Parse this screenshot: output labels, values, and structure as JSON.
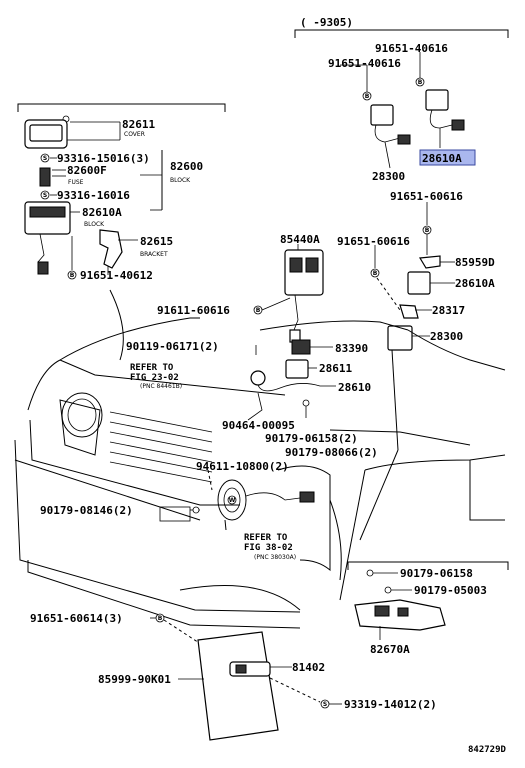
{
  "header": {
    "range_label": "(      -9305)"
  },
  "labels": {
    "p91651_40616_a": "91651-40616",
    "p91651_40616_b": "91651-40616",
    "p28300_top": "28300",
    "p28610A_top": "28610A",
    "p82611": "82611",
    "cover": "COVER",
    "p93316_15016": "93316-15016(3)",
    "p82600": "82600",
    "block_a": "BLOCK",
    "p82600F": "82600F",
    "fuse": "FUSE",
    "p93316_16016": "93316-16016",
    "p82610A": "82610A",
    "block_b": "BLOCK",
    "p82615": "82615",
    "bracket": "BRACKET",
    "p91651_40612": "91651-40612",
    "p91651_60616_a": "91651-60616",
    "p85440A": "85440A",
    "p91651_60616_b": "91651-60616",
    "p85959D": "85959D",
    "p28610A_mid": "28610A",
    "p91611_60616": "91611-60616",
    "p28317": "28317",
    "p28300_mid": "28300",
    "p90119_06171": "90119-06171(2)",
    "p83390": "83390",
    "refer1_a": "REFER TO",
    "refer1_b": "FIG 23-02",
    "refer1_c": "(PNC 84461B)",
    "p28611": "28611",
    "p28610": "28610",
    "p90464_00095": "90464-00095",
    "p90179_06158_2": "90179-06158(2)",
    "p90179_08066": "90179-08066(2)",
    "p94611_10800": "94611-10800(2)",
    "p90179_08146": "90179-08146(2)",
    "refer2_a": "REFER TO",
    "refer2_b": "FIG 38-02",
    "refer2_c": "(PNC 38030A)",
    "p90179_06158": "90179-06158",
    "p90179_05003": "90179-05003",
    "p91651_60614": "91651-60614(3)",
    "p82670A": "82670A",
    "p81402": "81402",
    "p85999_90K01": "85999-90K01",
    "p93319_14012": "93319-14012(2)",
    "diagram_id": "842729D"
  },
  "symbols": {
    "bolt": "B",
    "screw": "S",
    "washer": "W"
  },
  "highlight_color": "#aab7ee"
}
